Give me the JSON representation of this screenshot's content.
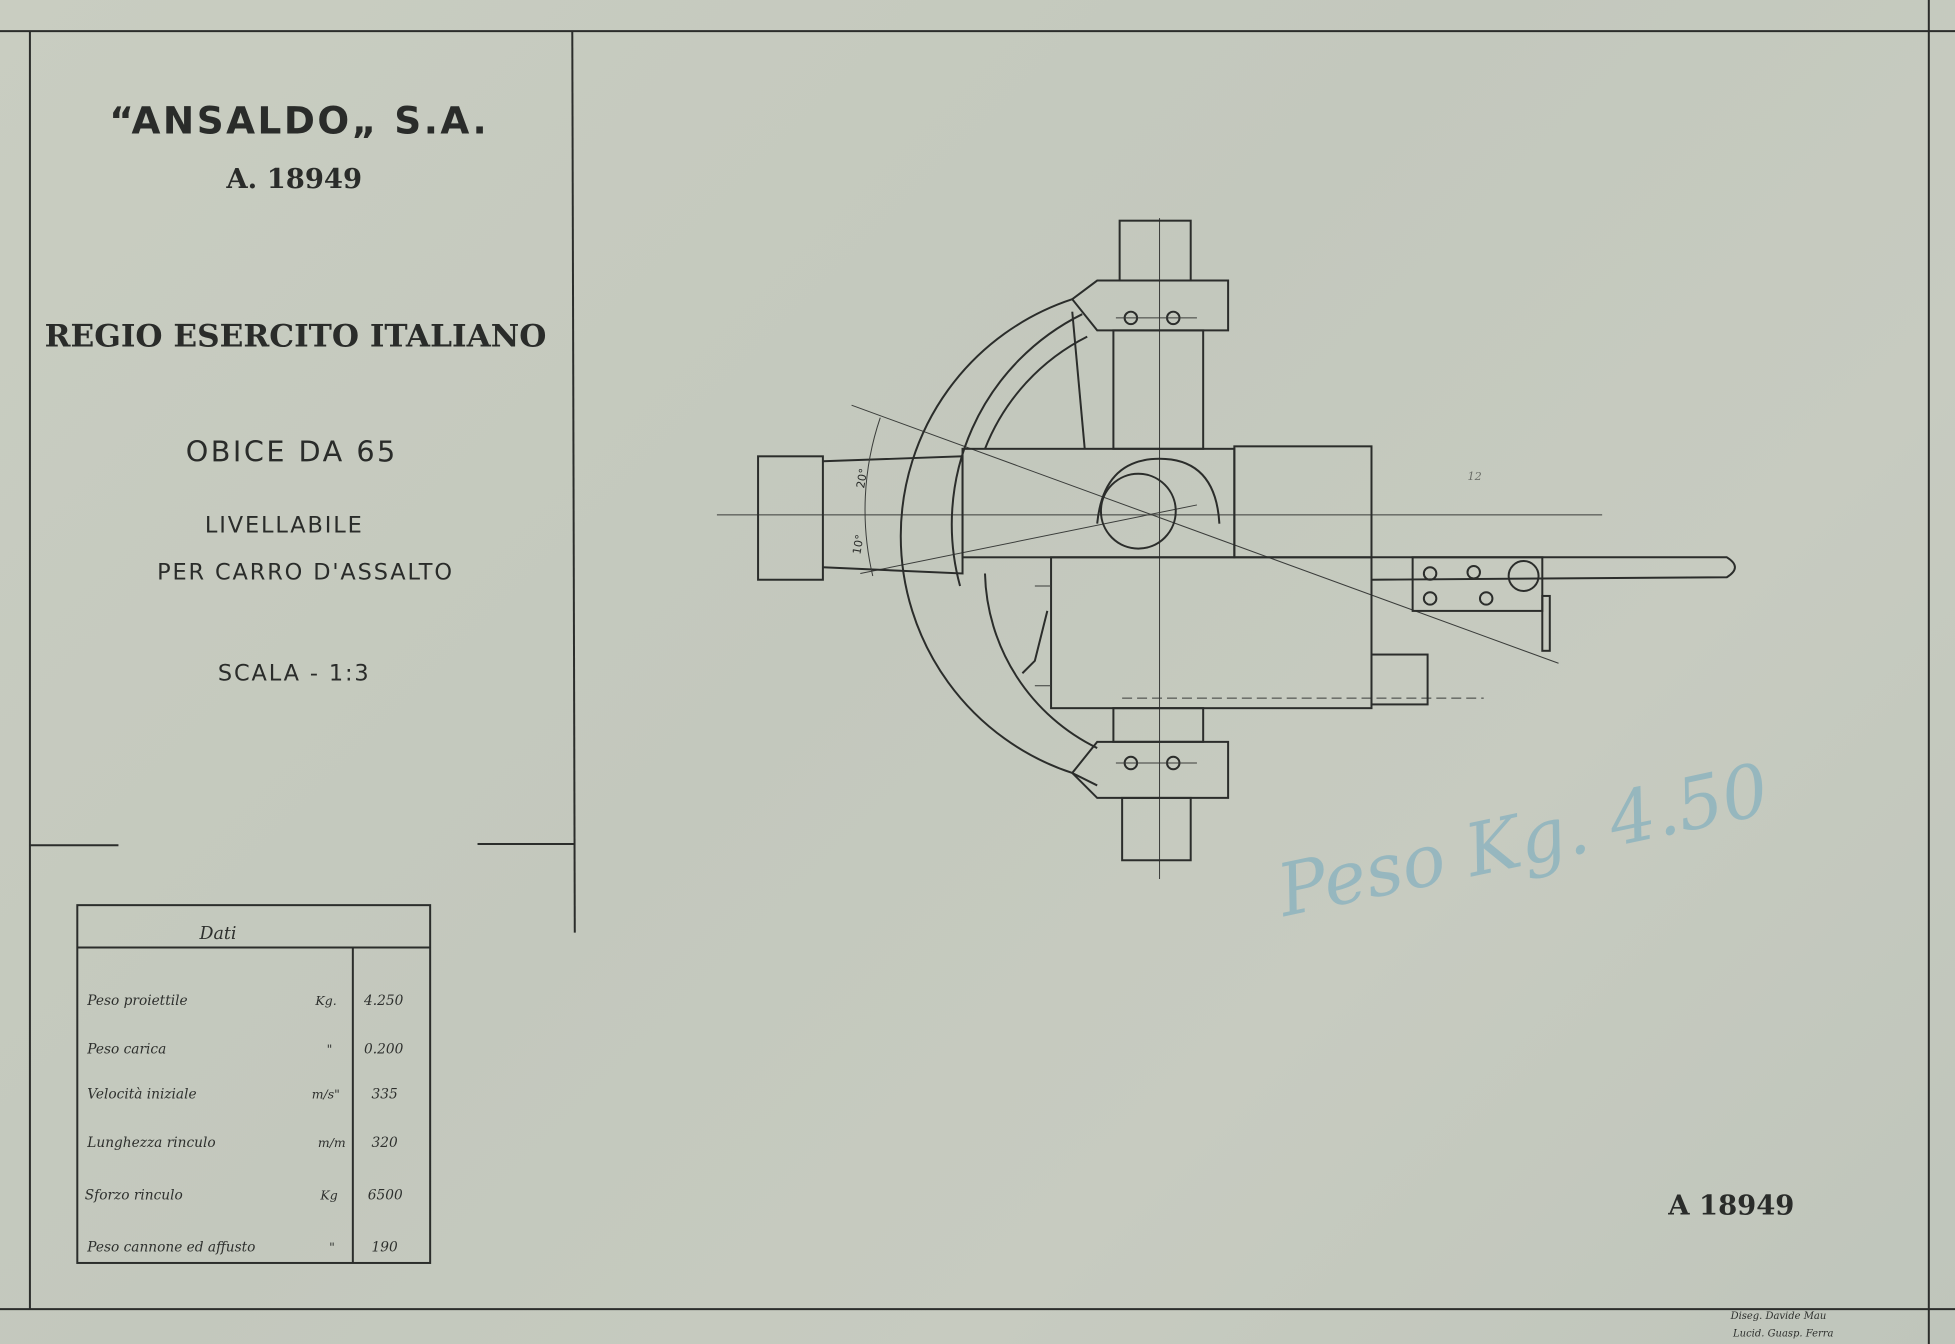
{
  "title_block": {
    "company": "“ANSALDO„ S.A.",
    "drawing_no": "A. 18949",
    "army": "REGIO ESERCITO ITALIANO",
    "subject": "OBICE DA 65",
    "subtitle_1": "LIVELLABILE",
    "subtitle_2": "PER  CARRO  D'ASSALTO",
    "scale": "SCALA - 1:3"
  },
  "data_table": {
    "header": "Dati",
    "rows": [
      {
        "label": "Peso proiettile",
        "unit": "Kg.",
        "value": "4.250"
      },
      {
        "label": "Peso carica",
        "unit": "\"",
        "value": "0.200"
      },
      {
        "label": "Velocità iniziale",
        "unit": "m/s\"",
        "value": "335"
      },
      {
        "label": "Lunghezza rinculo",
        "unit": "m/m",
        "value": "320"
      },
      {
        "label": "Sforzo rinculo",
        "unit": "Kg",
        "value": "6500"
      },
      {
        "label": "Peso cannone ed affusto",
        "unit": "\"",
        "value": "190"
      }
    ]
  },
  "drawing": {
    "angle_up": "20°",
    "angle_down": "10°",
    "pencil_note": "Peso Kg. 4.50",
    "margin_note": "12"
  },
  "footer": {
    "drawing_no": "A  18949",
    "signature_line_1": "Diseg. Davide Mau",
    "signature_line_2": "Lucid. Guasp. Ferra"
  },
  "colors": {
    "paper": "#c6cabe",
    "ink": "#2a2c2a",
    "pencil_blue": "#6fa8bd"
  }
}
